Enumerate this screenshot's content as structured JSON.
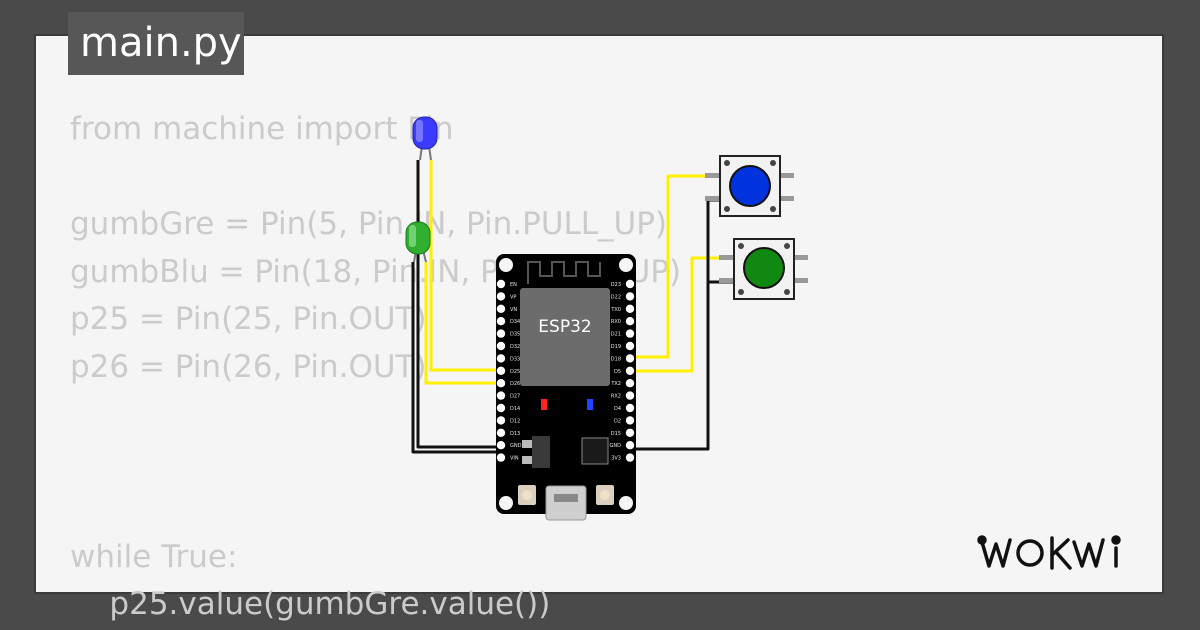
{
  "file_tab": {
    "label": "main.py"
  },
  "code": {
    "lines": [
      "from machine import Pin",
      "",
      "gumbGre = Pin(5, Pin.IN, Pin.PULL_UP)",
      "gumbBlu = Pin(18, Pin.IN, Pin.PULL_UP)",
      "p25 = Pin(25, Pin.OUT)",
      "p26 = Pin(26, Pin.OUT)",
      "",
      "",
      "",
      "while True:",
      "    p25.value(gumbGre.value())"
    ]
  },
  "board": {
    "chip_label": "ESP32",
    "left_pins": [
      "EN",
      "VP",
      "VN",
      "D34",
      "D35",
      "D32",
      "D33",
      "D25",
      "D26",
      "D27",
      "D14",
      "D12",
      "D13",
      "GND",
      "VIN"
    ],
    "right_pins": [
      "D23",
      "D22",
      "TX0",
      "RX0",
      "D21",
      "D19",
      "D18",
      "D5",
      "TX2",
      "RX2",
      "D4",
      "D2",
      "D15",
      "GND",
      "3V3"
    ]
  },
  "logo": {
    "text": "WOKWI"
  },
  "colors": {
    "background": "#4a4a4a",
    "canvas": "#f5f5f5",
    "code_text": "#cbcbcb",
    "tab_bg": "#575757",
    "wire_yellow": "#ffef00",
    "wire_black": "#111111",
    "led_blue": "#3b3bff",
    "led_green": "#2fae2f",
    "button_blue": "#0033dd",
    "button_green": "#118811",
    "board": "#000000"
  }
}
